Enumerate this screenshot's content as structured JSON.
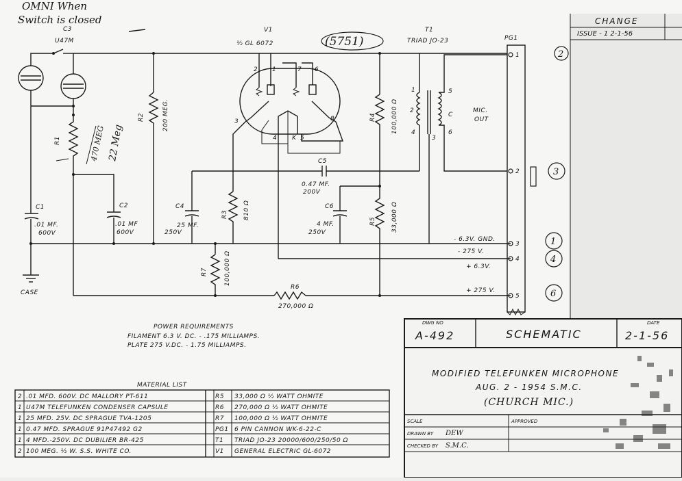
{
  "notes": {
    "handwritten_1": "OMNI When",
    "handwritten_2": "Switch is closed",
    "tube_number": "(5751)",
    "r1_value_a": "470 MEG",
    "r1_value_b": "22 Meg"
  },
  "components": {
    "c3_name": "C3",
    "c3_type": "U47M",
    "v1_name": "V1",
    "v1_type": "½ GL 6072",
    "t1_name": "T1",
    "t1_type": "TRIAD JO-23",
    "pg1_name": "PG1",
    "r1_name": "R1",
    "r2_name": "R2",
    "r2_value": "200 MEG.",
    "r3_name": "R3",
    "r3_value": "810 Ω",
    "r4_name": "R4",
    "r4_value": "100,000 Ω",
    "r5_name": "R5",
    "r5_value": "33,000 Ω",
    "r6_name": "R6",
    "r6_value": "270,000 Ω",
    "r7_name": "R7",
    "r7_value": "100,000 Ω",
    "c1_name": "C1",
    "c1_value_a": ".01 MF.",
    "c1_value_b": "600V",
    "c2_name": "C2",
    "c2_value_a": ".01 MF",
    "c2_value_b": "600V",
    "c4_name": "C4",
    "c4_value_a": "25 MF.",
    "c4_value_b": "250V",
    "c5_name": "C5",
    "c5_value_a": "0.47 MF.",
    "c5_value_b": "200V",
    "c6_name": "C6",
    "c6_value_a": "4 MF.",
    "c6_value_b": "250V",
    "case_label": "CASE",
    "mic_out_a": "MIC.",
    "mic_out_b": "OUT"
  },
  "pins": {
    "v1_pin_2": "2",
    "v1_pin_1": "1",
    "v1_pin_7": "7",
    "v1_pin_6": "6",
    "v1_pin_3": "3",
    "v1_pin_4": "4",
    "v1_pin_5": "5",
    "v1_pin_8": "8",
    "v1_pin_k": "K",
    "t1_pin_1": "1",
    "t1_pin_2": "2",
    "t1_pin_3": "3",
    "t1_pin_4": "4",
    "t1_pin_5": "5",
    "t1_pin_6": "6",
    "t1_pin_c": "C"
  },
  "connector": {
    "rows": [
      {
        "pin": "1",
        "circle": "2",
        "signal": ""
      },
      {
        "pin": "2",
        "circle": "3",
        "signal": ""
      },
      {
        "pin": "3",
        "circle": "1",
        "signal": "- 6.3V. GND."
      },
      {
        "pin": "4",
        "circle": "4",
        "signal": "- 275 V."
      },
      {
        "pin": "",
        "circle": "",
        "signal": "+ 6.3V."
      },
      {
        "pin": "5",
        "circle": "6",
        "signal": "+ 275 V."
      }
    ]
  },
  "change_block": {
    "header": "CHANGE",
    "issue": "ISSUE - 1  2-1-56"
  },
  "power": {
    "title": "POWER REQUIREMENTS",
    "filament": "FILAMENT   6.3 V. DC. - .175 MILLIAMPS.",
    "plate": "PLATE   275 V.DC. - 1.75 MILLIAMPS."
  },
  "material": {
    "title": "MATERIAL  LIST",
    "left_rows": [
      {
        "qty": "2",
        "desc": ".01 MFD. 600V. DC MALLORY PT-611"
      },
      {
        "qty": "1",
        "desc": "U47M TELEFUNKEN CONDENSER CAPSULE"
      },
      {
        "qty": "1",
        "desc": "25 MFD. 25V. DC  SPRAGUE TVA-1205"
      },
      {
        "qty": "1",
        "desc": "0.47 MFD. SPRAGUE 91P47492 G2"
      },
      {
        "qty": "1",
        "desc": "4 MFD.-250V. DC DUBILIER BR-425"
      },
      {
        "qty": "2",
        "desc": "100 MEG. ½ W. S.S. WHITE CO."
      }
    ],
    "right_rows": [
      {
        "ref": "R5",
        "desc": "33,000 Ω ½ WATT OHMITE"
      },
      {
        "ref": "R6",
        "desc": "270,000 Ω ½ WATT OHMITE"
      },
      {
        "ref": "R7",
        "desc": "100,000 Ω ½ WATT OHMITE"
      },
      {
        "ref": "PG1",
        "desc": "6 PIN CANNON WK-6-22-C"
      },
      {
        "ref": "T1",
        "desc": "TRIAD JO-23 20000/600/250/50 Ω"
      },
      {
        "ref": "V1",
        "desc": "GENERAL ELECTRIC GL-6072"
      }
    ]
  },
  "title_block": {
    "dwg_label": "DWG NO",
    "dwg_no": "A-492",
    "title": "SCHEMATIC",
    "date_label": "DATE",
    "date": "2-1-56",
    "desc_line1": "MODIFIED TELEFUNKEN MICROPHONE",
    "desc_line2": "AUG. 2 - 1954  S.M.C.",
    "desc_line3": "(CHURCH MIC.)",
    "scale_label": "SCALE",
    "approved_label": "APPROVED",
    "drawn_label": "DRAWN BY",
    "drawn_value": "DEW",
    "checked_label": "CHECKED BY",
    "checked_value": "S.M.C."
  }
}
